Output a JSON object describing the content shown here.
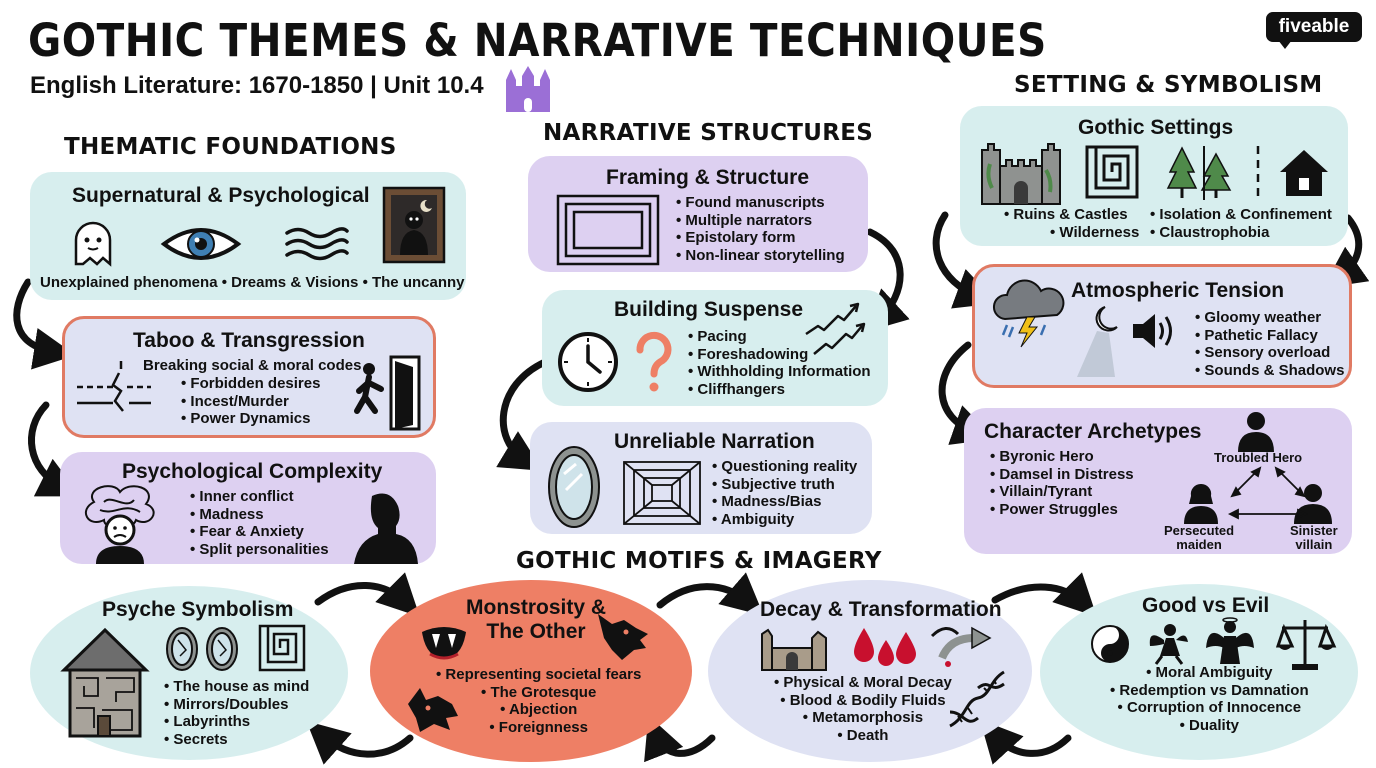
{
  "header": {
    "title": "GOTHIC THEMES & NARRATIVE TECHNIQUES",
    "subtitle": "English Literature: 1670-1850 | Unit 10.4",
    "brand": "fiveable"
  },
  "sections": {
    "thematic": "THEMATIC FOUNDATIONS",
    "narrative": "NARRATIVE STRUCTURES",
    "setting": "SETTING & SYMBOLISM",
    "motifs": "GOTHIC MOTIFS & IMAGERY"
  },
  "thematic": {
    "supernatural": {
      "title": "Supernatural & Psychological",
      "caption": "Unexplained phenomena • Dreams & Visions • The uncanny"
    },
    "taboo": {
      "title": "Taboo & Transgression",
      "lead": "Breaking social & moral codes",
      "items": [
        "Forbidden desires",
        "Incest/Murder",
        "Power Dynamics"
      ]
    },
    "psych": {
      "title": "Psychological Complexity",
      "items": [
        "Inner conflict",
        "Madness",
        "Fear & Anxiety",
        "Split personalities"
      ]
    }
  },
  "narrative": {
    "framing": {
      "title": "Framing & Structure",
      "items": [
        "Found manuscripts",
        "Multiple narrators",
        "Epistolary form",
        "Non-linear storytelling"
      ]
    },
    "suspense": {
      "title": "Building Suspense",
      "items": [
        "Pacing",
        "Foreshadowing",
        "Withholding Information",
        "Cliffhangers"
      ]
    },
    "unreliable": {
      "title": "Unreliable Narration",
      "items": [
        "Questioning reality",
        "Subjective truth",
        "Madness/Bias",
        "Ambiguity"
      ]
    }
  },
  "setting": {
    "gothic": {
      "title": "Gothic Settings",
      "items": [
        "Ruins & Castles",
        "Isolation & Confinement",
        "Wilderness",
        "Claustrophobia"
      ]
    },
    "atmo": {
      "title": "Atmospheric Tension",
      "items": [
        "Gloomy weather",
        "Pathetic Fallacy",
        "Sensory overload",
        "Sounds & Shadows"
      ]
    },
    "chars": {
      "title": "Character Archetypes",
      "items": [
        "Byronic Hero",
        "Damsel in Distress",
        "Villain/Tyrant",
        "Power Struggles"
      ],
      "roles": {
        "hero": "Troubled Hero",
        "maiden": [
          "Persecuted",
          "maiden"
        ],
        "villain": [
          "Sinister",
          "villain"
        ]
      }
    }
  },
  "motifs": {
    "psyche": {
      "title": "Psyche Symbolism",
      "items": [
        "The house as mind",
        "Mirrors/Doubles",
        "Labyrinths",
        "Secrets"
      ]
    },
    "monster": {
      "title": [
        "Monstrosity &",
        "The Other"
      ],
      "items": [
        "Representing societal fears",
        "The Grotesque",
        "Abjection",
        "Foreignness"
      ]
    },
    "decay": {
      "title": "Decay & Transformation",
      "items": [
        "Physical & Moral Decay",
        "Blood & Bodily Fluids",
        "Metamorphosis",
        "Death"
      ]
    },
    "good": {
      "title": "Good vs Evil",
      "items": [
        "Moral Ambiguity",
        "Redemption vs Damnation",
        "Corruption of Innocence",
        "Duality"
      ]
    }
  },
  "colors": {
    "teal": "#d7eeee",
    "purple": "#ddd0f1",
    "lavender": "#dfe2f3",
    "coral": "#ee7f65",
    "border_red": "#e07a63",
    "castle_icon": "#9b6fd6"
  }
}
